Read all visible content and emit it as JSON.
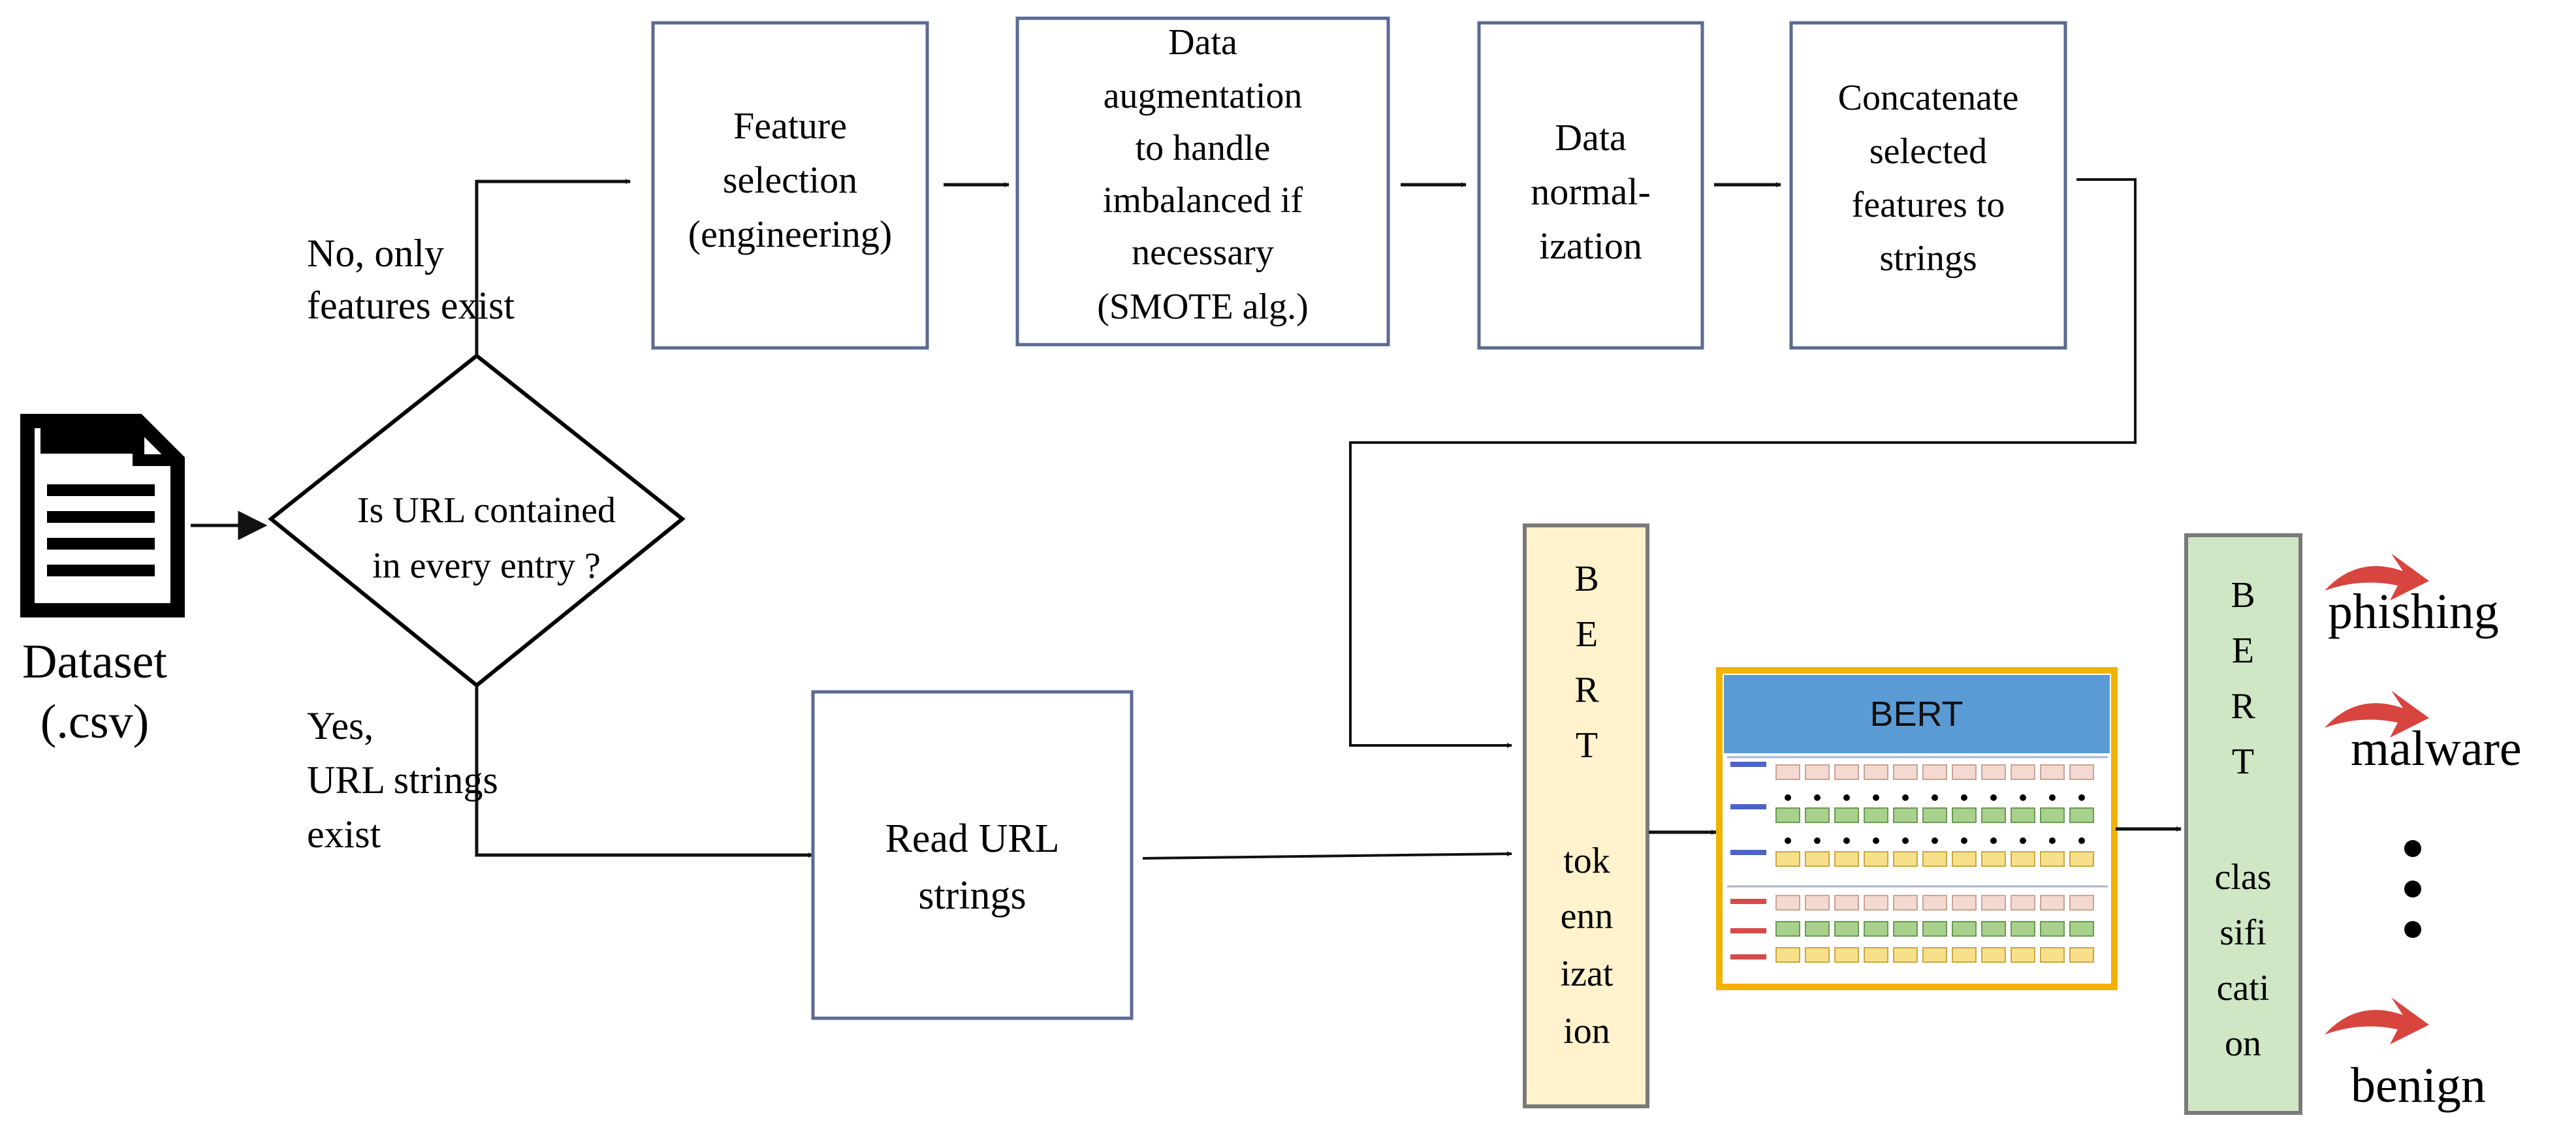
{
  "dataset": {
    "label_line1": "Dataset",
    "label_line2": "(.csv)"
  },
  "decision": {
    "line1": "Is URL contained",
    "line2": "in every entry ?"
  },
  "branch_no": {
    "line1": "No, only",
    "line2": "features exist"
  },
  "branch_yes": {
    "line1": "Yes,",
    "line2": "URL strings",
    "line3": "exist"
  },
  "steps": {
    "feature_selection": {
      "line1": "Feature",
      "line2": "selection",
      "line3": "(engineering)"
    },
    "augmentation": {
      "line1": "Data",
      "line2": "augmentation",
      "line3": "to handle",
      "line4": "imbalanced if",
      "line5": "necessary",
      "line6": "(SMOTE alg.)"
    },
    "normalization": {
      "line1": "Data",
      "line2": "normal-",
      "line3": "ization"
    },
    "concatenate": {
      "line1": "Concatenate",
      "line2": "selected",
      "line3": "features to",
      "line4": "strings"
    },
    "read_url": {
      "line1": "Read URL",
      "line2": "strings"
    }
  },
  "tokenization": {
    "b": "B",
    "e": "E",
    "r": "R",
    "t": "T",
    "line1": "tok",
    "line2": "enn",
    "line3": "izat",
    "line4": "ion"
  },
  "bert_model": {
    "title": "BERT"
  },
  "classification": {
    "b": "B",
    "e": "E",
    "r": "R",
    "t": "T",
    "line1": "clas",
    "line2": "sifi",
    "line3": "cati",
    "line4": "on"
  },
  "outputs": {
    "phishing": "phishing",
    "malware": "malware",
    "benign": "benign"
  },
  "colors": {
    "tokenization_fill": "#fff2cc",
    "classification_fill": "#cfe7c4",
    "bert_header": "#5b9bd5",
    "bert_border": "#f2b200",
    "arrow_red": "#d8443e",
    "box_border": "#5b6a92"
  }
}
